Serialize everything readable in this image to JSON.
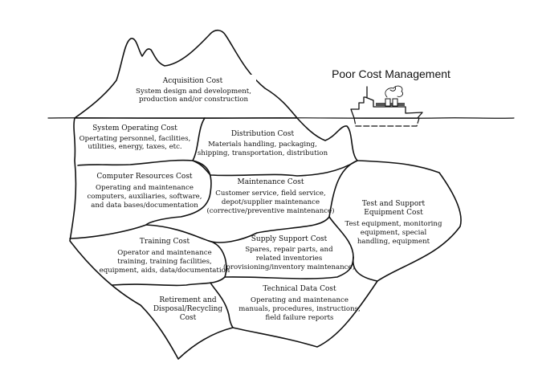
{
  "title": "Poor Cost Management",
  "regions": {
    "acquisition": {
      "title": "Acquisition Cost",
      "lines": [
        "System design and development,",
        "production and/or construction"
      ]
    },
    "system_operating": {
      "title": "System Operating Cost",
      "lines": [
        "Opertating personnel, facilities,",
        "utilities, energy, taxes, etc."
      ]
    },
    "distribution": {
      "title": "Distribution Cost",
      "lines": [
        "Materials handling, packaging,",
        "shipping, transportation, distribution"
      ]
    },
    "computer_resources": {
      "title": "Computer Resources Cost",
      "lines": [
        "Operating and maintenance",
        "computers, auxiliaries, software,",
        "and data bases/documentation"
      ]
    },
    "maintenance": {
      "title": "Maintenance Cost",
      "lines": [
        "Customer service, field service,",
        "depot/supplier maintenance",
        "(corrective/preventive maintenance)"
      ]
    },
    "test_support": {
      "title": [
        "Test and Support",
        "Equipment Cost"
      ],
      "lines": [
        "Test equipment, monitoring",
        "equipment, special",
        "handling, equipment"
      ]
    },
    "training": {
      "title": "Training Cost",
      "lines": [
        "Operator and maintenance",
        "training, training facilities,",
        "equipment, aids, data/documentation"
      ]
    },
    "supply_support": {
      "title": "Supply Support Cost",
      "lines": [
        "Spares, repair parts, and",
        "related inventories",
        "(provisioning/inventory maintenance)"
      ]
    },
    "retirement": {
      "title": [
        "Retirement and",
        "Disposal/Recycling",
        "Cost"
      ]
    },
    "technical_data": {
      "title": "Technical Data Cost",
      "lines": [
        "Operating and maintenance",
        "manuals, procedures, instructions,",
        "field failure reports"
      ]
    }
  }
}
